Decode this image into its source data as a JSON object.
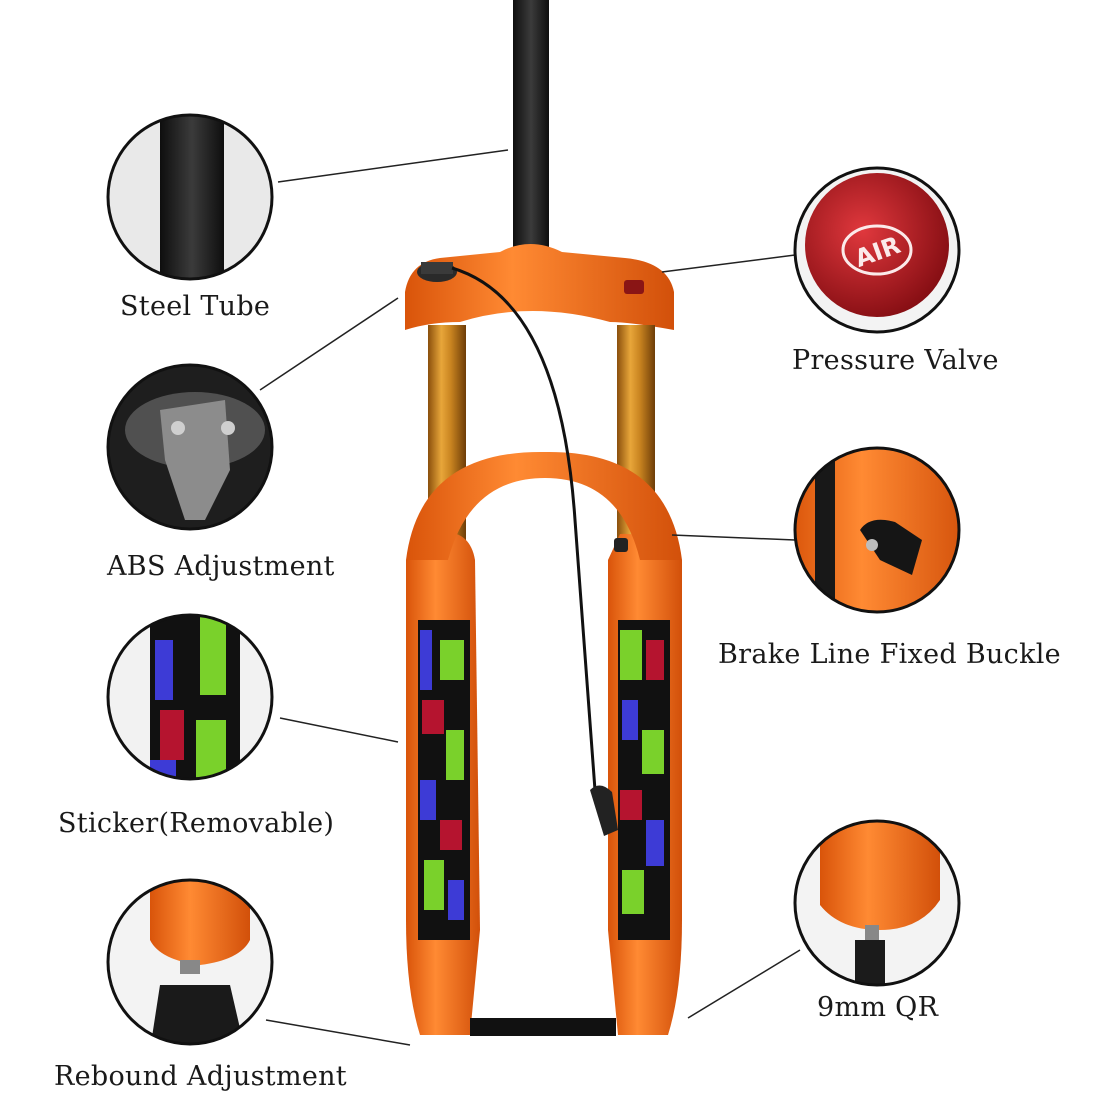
{
  "callouts": {
    "steel_tube": "Steel Tube",
    "abs_adjustment": "ABS Adjustment",
    "sticker": "Sticker(Removable)",
    "rebound_adjustment": "Rebound Adjustment",
    "pressure_valve": "Pressure Valve",
    "brake_line_buckle": "Brake Line Fixed Buckle",
    "qr": "9mm QR"
  },
  "valve_cap_text": "AIR",
  "colors": {
    "fork_orange": "#f06a12",
    "stanchion_gold": "#c8861e",
    "valve_red": "#b8141b",
    "steerer_black": "#1b1b1b"
  }
}
